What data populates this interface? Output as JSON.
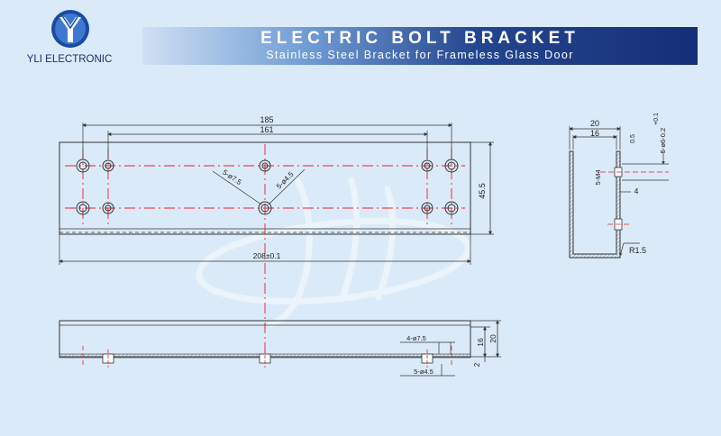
{
  "brand": {
    "company": "YLI ELECTRONIC",
    "logo_icon": "yli-y-logo-icon",
    "watermark_text": "yli"
  },
  "header": {
    "title": "ELECTRIC BOLT BRACKET",
    "subtitle": "Stainless Steel Bracket for Frameless Glass Door"
  },
  "colors": {
    "background": "#dbeaf8",
    "banner_dark": "#152f77",
    "line": "#333333",
    "centerline": "#e0242a"
  },
  "front_view": {
    "dim_185": "185",
    "dim_161": "161",
    "dim_height": "45.5",
    "dim_length": "208±0.1",
    "label_hole_large": "5-ø7.5",
    "label_hole_small": "5-ø4.5"
  },
  "side_view": {
    "dim_20": "20",
    "dim_16": "16",
    "dim_tol": "+0.1",
    "dim_slot": "5-ø6-0.2",
    "dim_m4": "5-M4",
    "dim_4": "4",
    "dim_radius": "R1.5",
    "dim_small": "0.5"
  },
  "bottom_view": {
    "label_counterbore": "4-ø7.5",
    "label_thru": "5-ø4.5",
    "dim_16": "16",
    "dim_20": "20",
    "dim_2": "2"
  }
}
